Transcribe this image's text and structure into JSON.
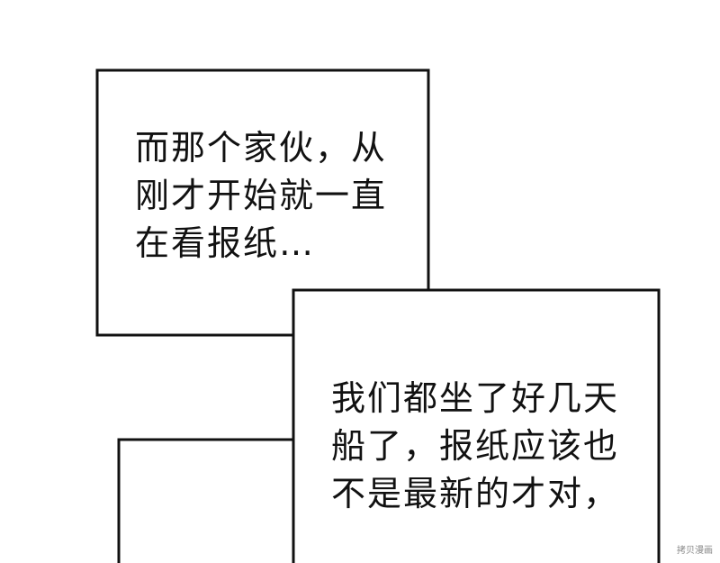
{
  "caption_top": {
    "lines": [
      "而那个家伙，从",
      "刚才开始就一直",
      "在看报纸…"
    ]
  },
  "caption_bottom": {
    "lines": [
      "我们都坐了好几天",
      "船了，报纸应该也",
      "不是最新的才对，"
    ]
  },
  "watermark": "拷贝漫画",
  "colors": {
    "line": "#111111",
    "background": "#ffffff"
  }
}
